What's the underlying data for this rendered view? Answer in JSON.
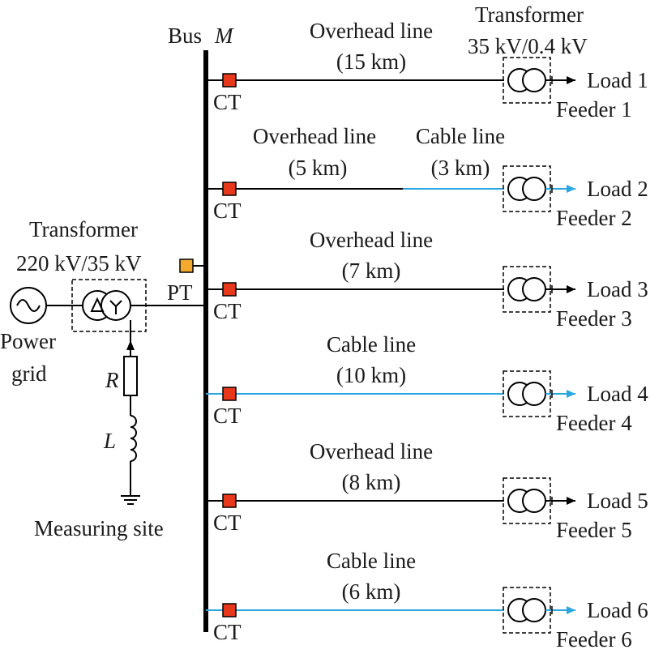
{
  "bus": {
    "label": "Bus",
    "name": "M"
  },
  "source": {
    "label_line1": "Power",
    "label_line2": "grid"
  },
  "main_transformer": {
    "label_line1": "Transformer",
    "label_line2": "220 kV/35 kV"
  },
  "pt_label": "PT",
  "ct_label": "CT",
  "load_transformer": {
    "label_line1": "Transformer",
    "label_line2": "35 kV/0.4 kV"
  },
  "grounding": {
    "r_label": "R",
    "l_label": "L",
    "site_label": "Measuring site"
  },
  "colors": {
    "overhead": "#000000",
    "cable": "#2aa6e0",
    "ct": "#e8381c",
    "pt": "#f3a92e"
  },
  "feeders": [
    {
      "feeder_label": "Feeder 1",
      "load_label": "Load 1",
      "segments": [
        {
          "type": "overhead",
          "line1": "Overhead line",
          "line2": "(15 km)"
        }
      ]
    },
    {
      "feeder_label": "Feeder 2",
      "load_label": "Load 2",
      "segments": [
        {
          "type": "overhead",
          "line1": "Overhead line",
          "line2": "(5 km)"
        },
        {
          "type": "cable",
          "line1": "Cable line",
          "line2": "(3 km)"
        }
      ]
    },
    {
      "feeder_label": "Feeder 3",
      "load_label": "Load 3",
      "segments": [
        {
          "type": "overhead",
          "line1": "Overhead line",
          "line2": "(7 km)"
        }
      ]
    },
    {
      "feeder_label": "Feeder 4",
      "load_label": "Load 4",
      "segments": [
        {
          "type": "cable",
          "line1": "Cable line",
          "line2": "(10 km)"
        }
      ]
    },
    {
      "feeder_label": "Feeder 5",
      "load_label": "Load 5",
      "segments": [
        {
          "type": "overhead",
          "line1": "Overhead line",
          "line2": "(8 km)"
        }
      ]
    },
    {
      "feeder_label": "Feeder 6",
      "load_label": "Load 6",
      "segments": [
        {
          "type": "cable",
          "line1": "Cable line",
          "line2": "(6 km)"
        }
      ]
    }
  ]
}
